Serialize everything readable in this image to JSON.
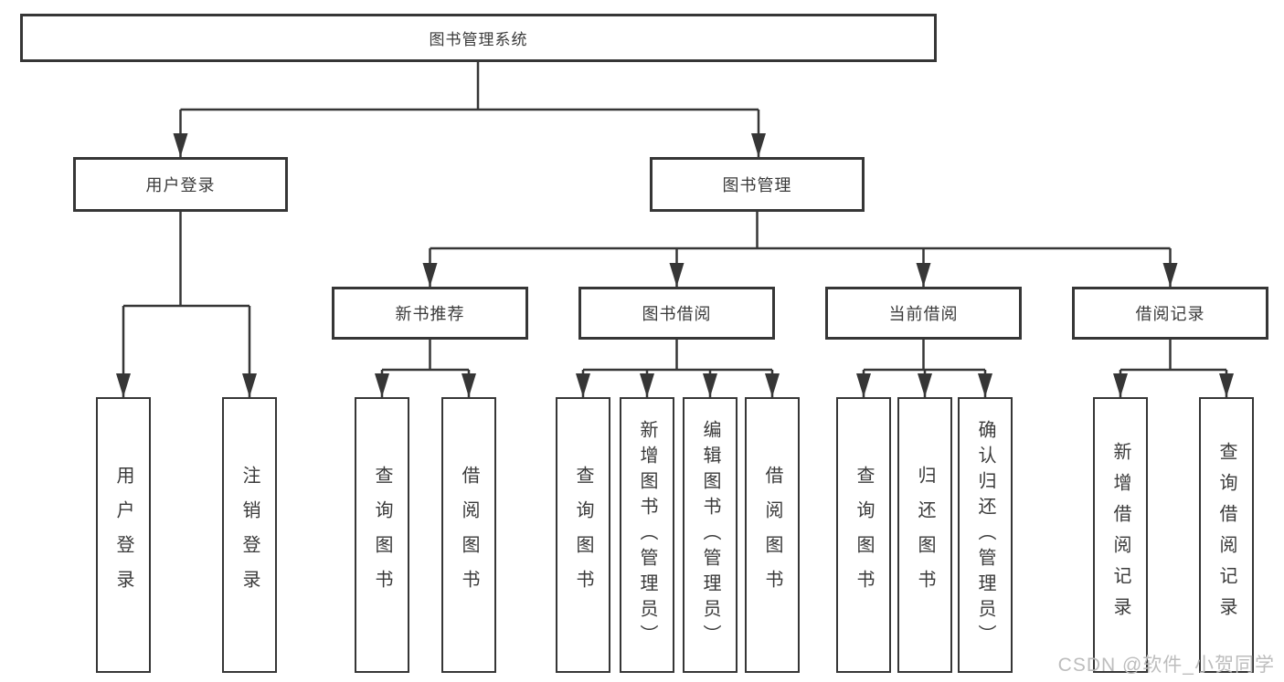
{
  "diagram": {
    "root": {
      "label": "图书管理系统"
    },
    "branches": [
      {
        "label": "用户登录",
        "children": [
          {
            "label": "用户登录"
          },
          {
            "label": "注销登录"
          }
        ]
      },
      {
        "label": "图书管理",
        "children": [
          {
            "label": "新书推荐",
            "children": [
              {
                "label": "查询图书"
              },
              {
                "label": "借阅图书"
              }
            ]
          },
          {
            "label": "图书借阅",
            "children": [
              {
                "label": "查询图书"
              },
              {
                "label": "新增图书（管理员）"
              },
              {
                "label": "编辑图书（管理员）"
              },
              {
                "label": "借阅图书"
              }
            ]
          },
          {
            "label": "当前借阅",
            "children": [
              {
                "label": "查询图书"
              },
              {
                "label": "归还图书"
              },
              {
                "label": "确认归还（管理员）"
              }
            ]
          },
          {
            "label": "借阅记录",
            "children": [
              {
                "label": "新增借阅记录"
              },
              {
                "label": "查询借阅记录"
              }
            ]
          }
        ]
      }
    ]
  },
  "watermark": {
    "text": "CSDN @软件_小贺同学"
  },
  "colors": {
    "line": "#363636",
    "box_border": "#363636",
    "text": "#3a3a3a",
    "watermark": "#bdbdbd",
    "background": "#ffffff"
  }
}
